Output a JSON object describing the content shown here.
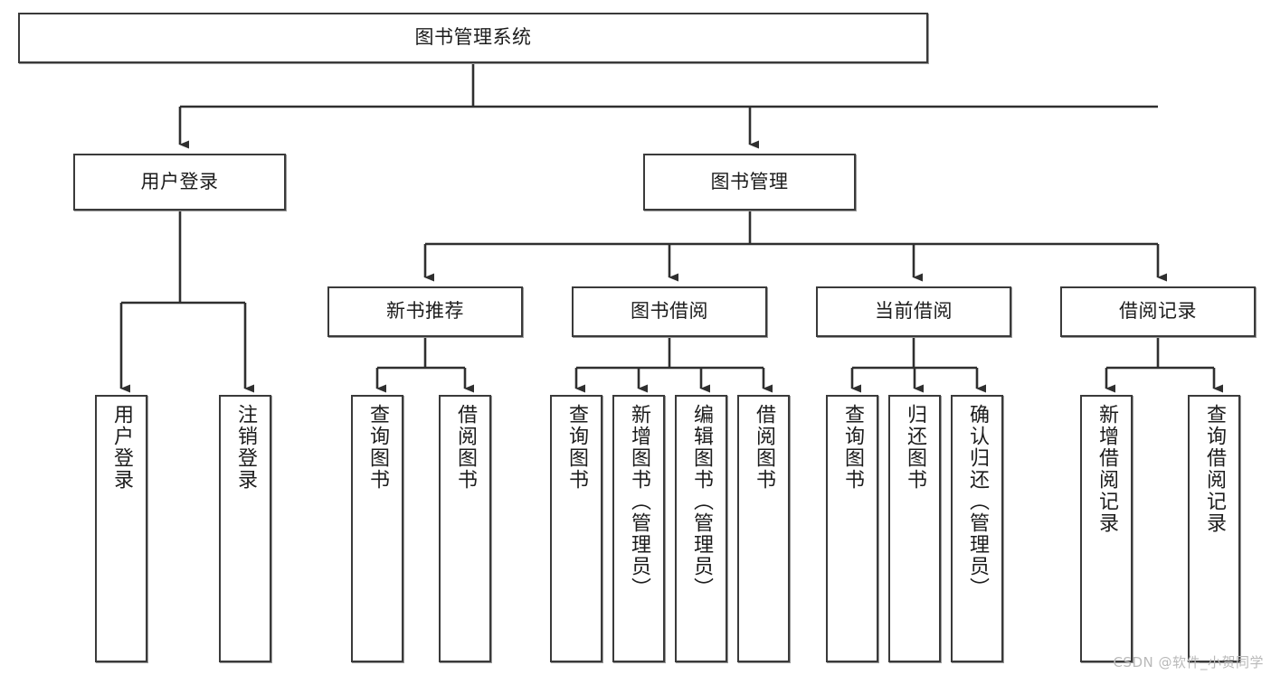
{
  "diagram": {
    "title": "图书管理系统",
    "type": "tree",
    "root": {
      "label": "图书管理系统"
    },
    "level1": [
      {
        "label": "用户登录"
      },
      {
        "label": "图书管理"
      }
    ],
    "level2": [
      {
        "label": "新书推荐"
      },
      {
        "label": "图书借阅"
      },
      {
        "label": "当前借阅"
      },
      {
        "label": "借阅记录"
      }
    ],
    "leaves": {
      "user_login": [
        {
          "label": "用户登录"
        },
        {
          "label": "注销登录"
        }
      ],
      "new_book_recommend": [
        {
          "label": "查询图书"
        },
        {
          "label": "借阅图书"
        }
      ],
      "book_borrow": [
        {
          "label": "查询图书"
        },
        {
          "label": "新增图书（管理员）"
        },
        {
          "label": "编辑图书（管理员）"
        },
        {
          "label": "借阅图书"
        }
      ],
      "current_borrow": [
        {
          "label": "查询图书"
        },
        {
          "label": "归还图书"
        },
        {
          "label": "确认归还（管理员）"
        }
      ],
      "borrow_record": [
        {
          "label": "新增借阅记录"
        },
        {
          "label": "查询借阅记录"
        }
      ]
    }
  },
  "watermark": {
    "text": "CSDN @软件_小贺同学"
  },
  "colors": {
    "border": "#3a3a3a",
    "text": "#1c1c1c",
    "background": "#ffffff",
    "watermark": "#b9b9b9"
  }
}
